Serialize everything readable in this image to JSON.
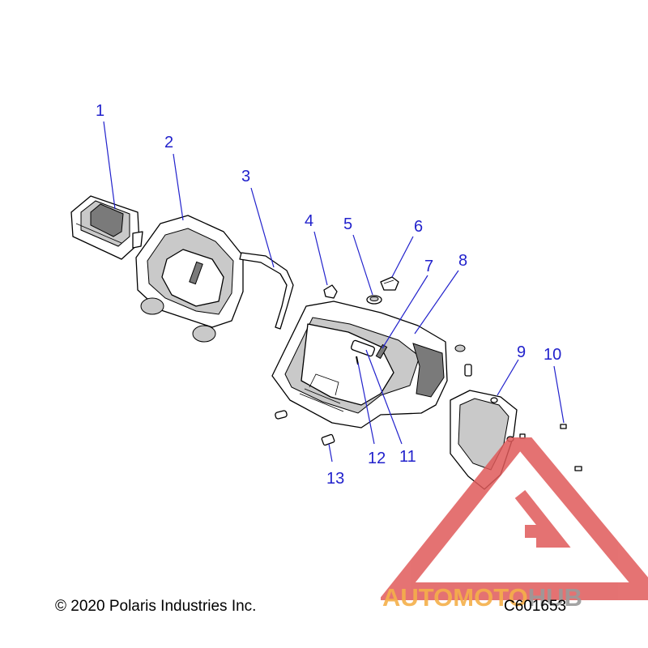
{
  "callouts": [
    {
      "id": "1",
      "label": "1"
    },
    {
      "id": "2",
      "label": "2"
    },
    {
      "id": "3",
      "label": "3"
    },
    {
      "id": "4",
      "label": "4"
    },
    {
      "id": "5",
      "label": "5"
    },
    {
      "id": "6",
      "label": "6"
    },
    {
      "id": "7",
      "label": "7"
    },
    {
      "id": "8",
      "label": "8"
    },
    {
      "id": "9",
      "label": "9"
    },
    {
      "id": "10",
      "label": "10"
    },
    {
      "id": "11",
      "label": "11"
    },
    {
      "id": "12",
      "label": "12"
    },
    {
      "id": "13",
      "label": "13"
    }
  ],
  "footer": {
    "copyright": "© 2020 Polaris Industries Inc.",
    "code": "C601653"
  },
  "watermark": {
    "part1": "AUTOMOTO",
    "part2": "HUB",
    "color_red": "#e05a5a",
    "color_orange": "#f5b04a",
    "color_gray": "#9a9a9a"
  },
  "colors": {
    "callout": "#2222cc"
  }
}
